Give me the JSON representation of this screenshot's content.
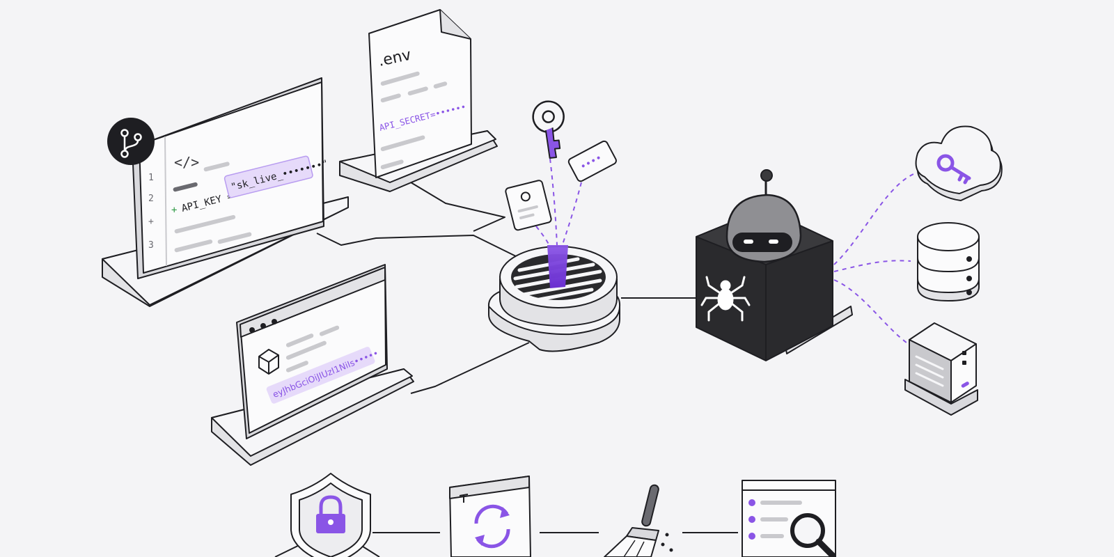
{
  "code_panel": {
    "tag": "</>",
    "line_numbers": [
      "1",
      "2",
      "+",
      "3"
    ],
    "diff_marker": "+",
    "key_name": "API_KEY =",
    "key_value": "\"sk_live_•••••••\""
  },
  "env_file": {
    "filename": ".env",
    "secret_line": "API_SECRET=••••••"
  },
  "token_card": {
    "masked_value": "••••"
  },
  "browser_window": {
    "token_text": "eyJhbGciOiJIUzI1NiIs•••••"
  },
  "colors": {
    "accent": "#8a55e6",
    "accent_light": "#e6dafa",
    "ink": "#1e1e22",
    "bot_body": "#2a2a2d",
    "bot_head": "#8f8f93",
    "paper": "#f6f6f8"
  },
  "icons": [
    "git-branch-icon",
    "code-icon",
    "env-file-icon",
    "key-icon",
    "id-card-icon",
    "token-card-icon",
    "package-icon",
    "drain-grate-icon",
    "robot-icon",
    "spider-icon",
    "cloud-key-icon",
    "database-icon",
    "server-icon",
    "shield-lock-icon",
    "rotate-icon",
    "broom-icon",
    "scan-search-icon"
  ]
}
